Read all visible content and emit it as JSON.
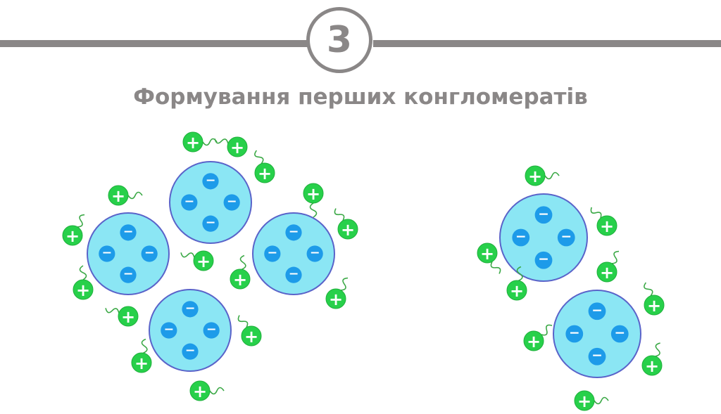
{
  "header": {
    "step_number": "3",
    "title": "Формування перших конгломератів"
  },
  "diagram": {
    "core_sign": "−",
    "counter_ion_sign": "+",
    "colors": {
      "core_fill": "#8be6f4",
      "core_stroke": "#5a63c9",
      "negative_ion": "#1d9be9",
      "positive_ion": "#27d04a",
      "tail": "#3aa845",
      "rule": "#8a8787"
    },
    "groups": [
      {
        "name": "conglomerate-four-particles",
        "particle_count": 4,
        "counter_ions_per_particle": 4
      },
      {
        "name": "conglomerate-two-particles",
        "particle_count": 2,
        "counter_ions_per_particle": 4
      }
    ]
  }
}
